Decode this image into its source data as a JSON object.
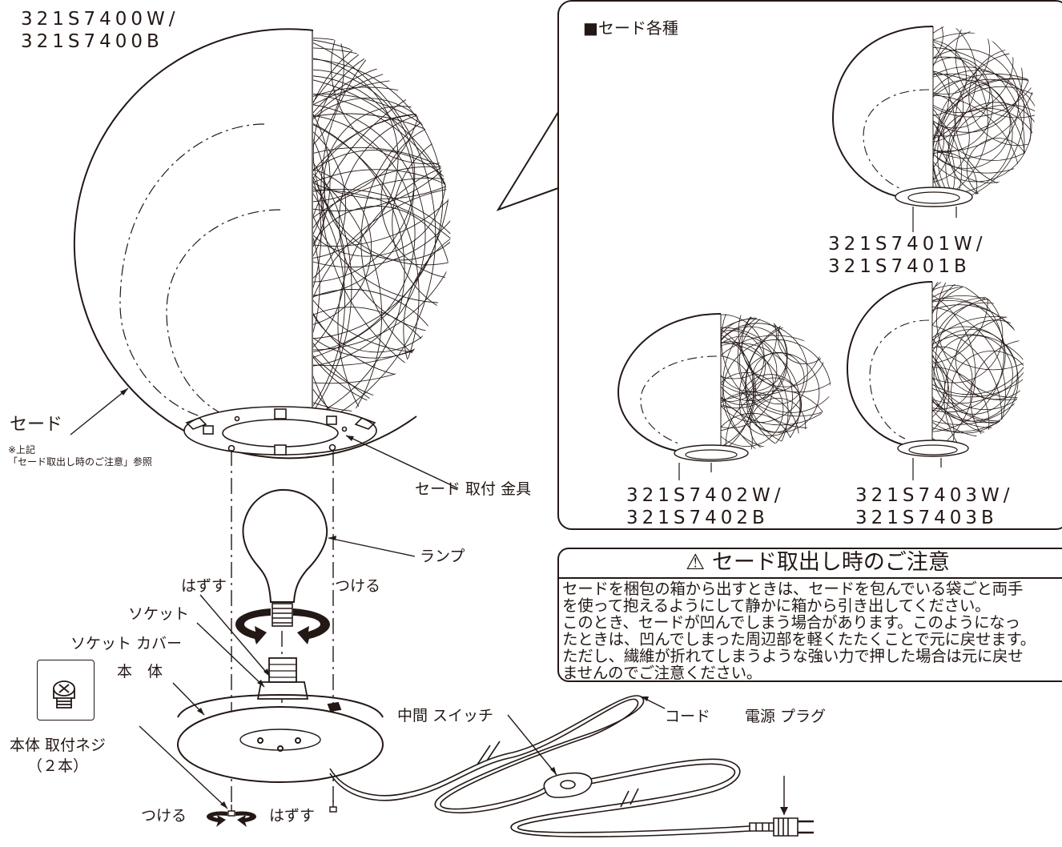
{
  "models": {
    "main": "321S7400W/\n321S7400B",
    "shade1": "321S7401W/\n321S7401B",
    "shade2": "321S7402W/\n321S7402B",
    "shade3": "321S7403W/\n321S7403B"
  },
  "panel": {
    "title": "■セード各種"
  },
  "labels": {
    "shade": "セード",
    "shade_note": "※上記\n「セード取出し時のご注意」参照",
    "bracket": "セード 取付 金具",
    "lamp": "ランプ",
    "remove": "はずす",
    "attach": "つける",
    "socket": "ソケット",
    "socket_cover": "ソケット カバー",
    "body": "本　体",
    "body_screw": "本体 取付ネジ\n（２本）",
    "switch": "中間 スイッチ",
    "cord": "コード",
    "plug": "電源 プラグ",
    "attach_bottom": "つける",
    "remove_bottom": "はずす"
  },
  "caution": {
    "icon": "warning-triangle-icon",
    "title": "⚠ セード取出し時のご注意",
    "body": "セードを梱包の箱から出すときは、セードを包んでいる袋ごと両手\nを使って抱えるようにして静かに箱から引き出してください。\nこのとき、セードが凹んでしまう場合があります。このようになっ\nたときは、凹んでしまった周辺部を軽くたたくことで元に戻せます。\nただし、繊維が折れてしまうような強い力で押した場合は元に戻せ\nませんのでご注意ください。"
  },
  "colors": {
    "line": "#231815",
    "background": "#ffffff"
  }
}
